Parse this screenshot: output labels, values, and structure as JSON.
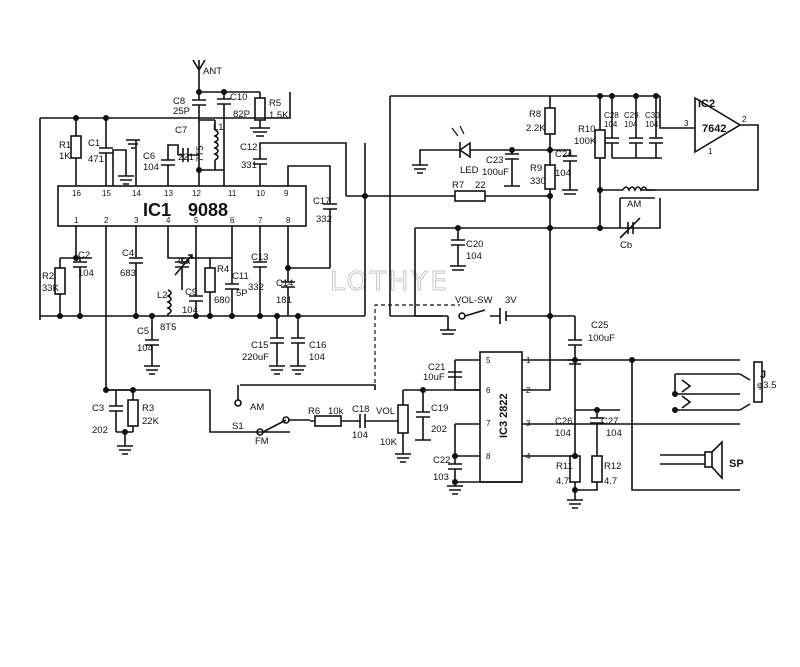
{
  "watermark": "LOTHYE",
  "ics": {
    "ic1": {
      "name": "IC1",
      "part": "9088",
      "pins_top": [
        "16",
        "15",
        "14",
        "13",
        "12",
        "11",
        "10",
        "9"
      ],
      "pins_bottom": [
        "1",
        "2",
        "3",
        "4",
        "5",
        "6",
        "7",
        "8"
      ]
    },
    "ic2": {
      "name": "IC2",
      "part": "7642",
      "pins": [
        "3",
        "1",
        "2"
      ]
    },
    "ic3": {
      "name": "IC3 2822",
      "pins_left": [
        "5",
        "6",
        "7",
        "8"
      ],
      "pins_right": [
        "1",
        "2",
        "3",
        "4"
      ]
    }
  },
  "labels": {
    "ant": "ANT",
    "c8": "C8",
    "c8v": "25P",
    "c10": "C10",
    "c10v": "82P",
    "r5": "R5",
    "r5v": "1.5K",
    "c7": "C7",
    "c7v": "221",
    "l1": "L1",
    "l1v": "7T5",
    "c6": "C6",
    "c6v": "104",
    "r1": "R1",
    "r1v": "1K",
    "c1": "C1",
    "c1v": "471",
    "c12": "C12",
    "c12v": "331",
    "c17": "C17",
    "c17v": "332",
    "r2": "R2",
    "r2v": "33K",
    "c2": "C2",
    "c2v": "104",
    "c4": "C4",
    "c4v": "683",
    "ca": "Ca",
    "r4": "R4",
    "r4v": "680",
    "c13": "C13",
    "c13v": "332",
    "c9": "C9",
    "c9v": "104",
    "c11": "C11",
    "c11v": "5P",
    "c14": "C14",
    "c14v": "181",
    "l2": "L2",
    "l2v": "8T5",
    "c5": "C5",
    "c5v": "104",
    "c15": "C15",
    "c15v": "220uF",
    "c16": "C16",
    "c16v": "104",
    "r8": "R8",
    "r8v": "2.2K",
    "led": "LED",
    "c23": "C23",
    "c23v": "100uF",
    "r9": "R9",
    "r9v": "330",
    "c24": "C24",
    "c24v": "104",
    "r7": "R7",
    "r7v": "22",
    "r10": "R10",
    "r10v": "100K",
    "c28": "C28",
    "c28v": "104",
    "c29": "C29",
    "c29v": "104",
    "c30": "C30",
    "c30v": "104",
    "am_coil": "AM",
    "cb": "Cb",
    "c20": "C20",
    "c20v": "104",
    "volsw": "VOL-SW",
    "batt": "3V",
    "c25": "C25",
    "c25v": "100uF",
    "c3": "C3",
    "c3v": "202",
    "r3": "R3",
    "r3v": "22K",
    "s1": "S1",
    "am": "AM",
    "fm": "FM",
    "r6": "R6",
    "r6v": "10k",
    "c18": "C18",
    "c18v": "104",
    "vol": "VOL",
    "volv": "10K",
    "c21": "C21",
    "c21v": "10uF",
    "c19": "C19",
    "c19v": "202",
    "c22": "C22",
    "c22v": "103",
    "c26": "C26",
    "c26v": "104",
    "c27": "C27",
    "c27v": "104",
    "r11": "R11",
    "r11v": "4.7",
    "r12": "R12",
    "r12v": "4.7",
    "j": "J",
    "jv": "φ3.5",
    "sp": "SP"
  }
}
